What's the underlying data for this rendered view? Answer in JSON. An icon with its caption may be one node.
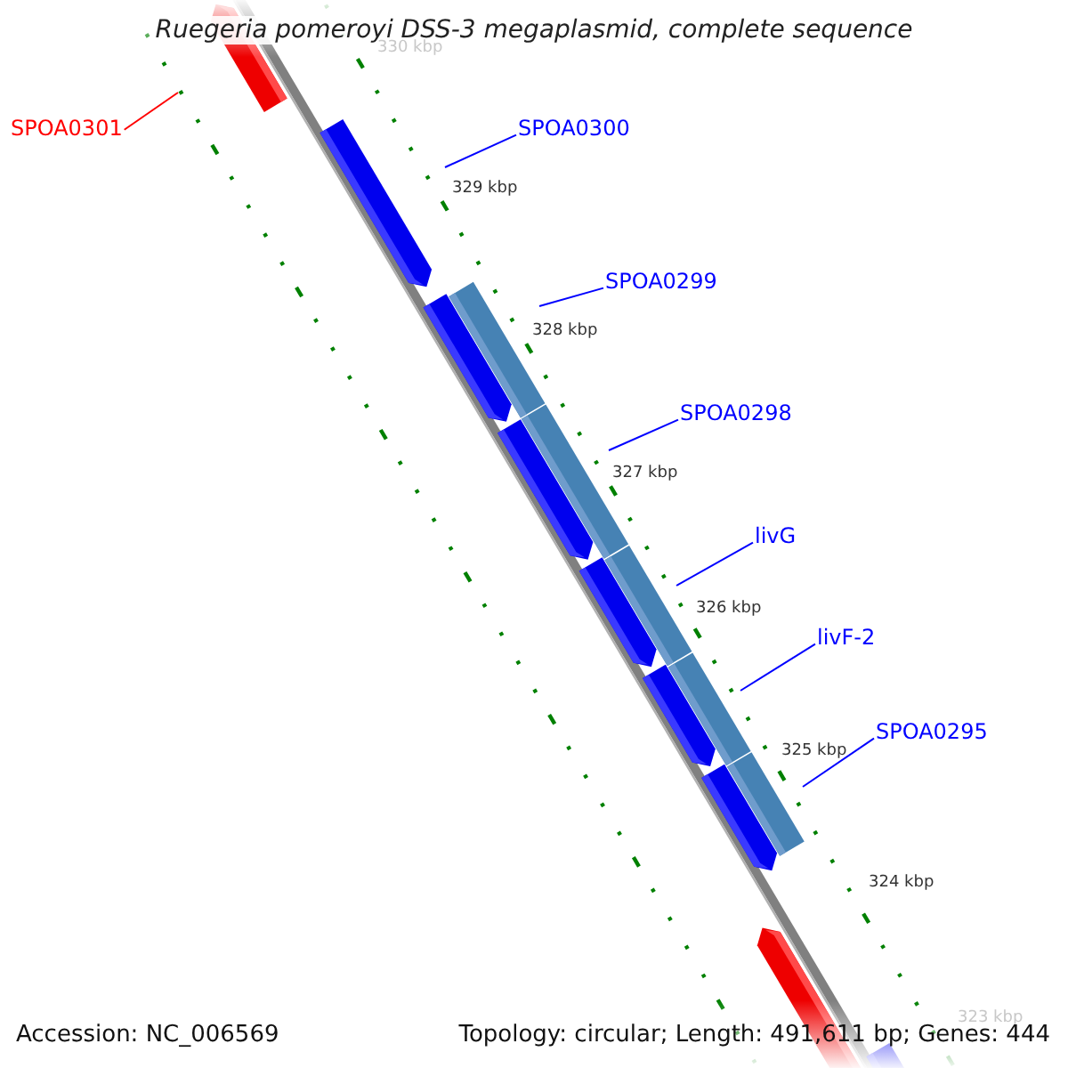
{
  "diagram": {
    "title": "Ruegeria pomeroyi DSS-3 megaplasmid, complete sequence",
    "nodes": [
      {
        "text": [
          "SPOA0301"
        ]
      },
      {
        "text": [
          "SPOA0300"
        ]
      },
      {
        "text": [
          "SPOA0299"
        ]
      },
      {
        "text": [
          "SPOA0298"
        ]
      },
      {
        "text": [
          "livG"
        ]
      },
      {
        "text": [
          "livF-2"
        ]
      },
      {
        "text": [
          "SPOA0295"
        ]
      }
    ],
    "edges": [
      {
        "from": 0,
        "to": null,
        "arrow": "none",
        "color": "#ff0000"
      },
      {
        "from": 1,
        "to": null,
        "arrow": "none"
      },
      {
        "from": 2,
        "to": null,
        "arrow": "none"
      },
      {
        "from": 3,
        "to": null,
        "arrow": "none"
      },
      {
        "from": 4,
        "to": null,
        "arrow": "none"
      },
      {
        "from": 5,
        "to": null,
        "arrow": "none"
      },
      {
        "from": 6,
        "to": null,
        "arrow": "none"
      }
    ],
    "labels": [
      "330 kbp",
      "329 kbp",
      "328 kbp",
      "327 kbp",
      "326 kbp",
      "325 kbp",
      "324 kbp",
      "323 kbp",
      "Accession: NC_006569",
      "Topology: circular; Length: 491,611 bp; Genes: 444"
    ]
  }
}
